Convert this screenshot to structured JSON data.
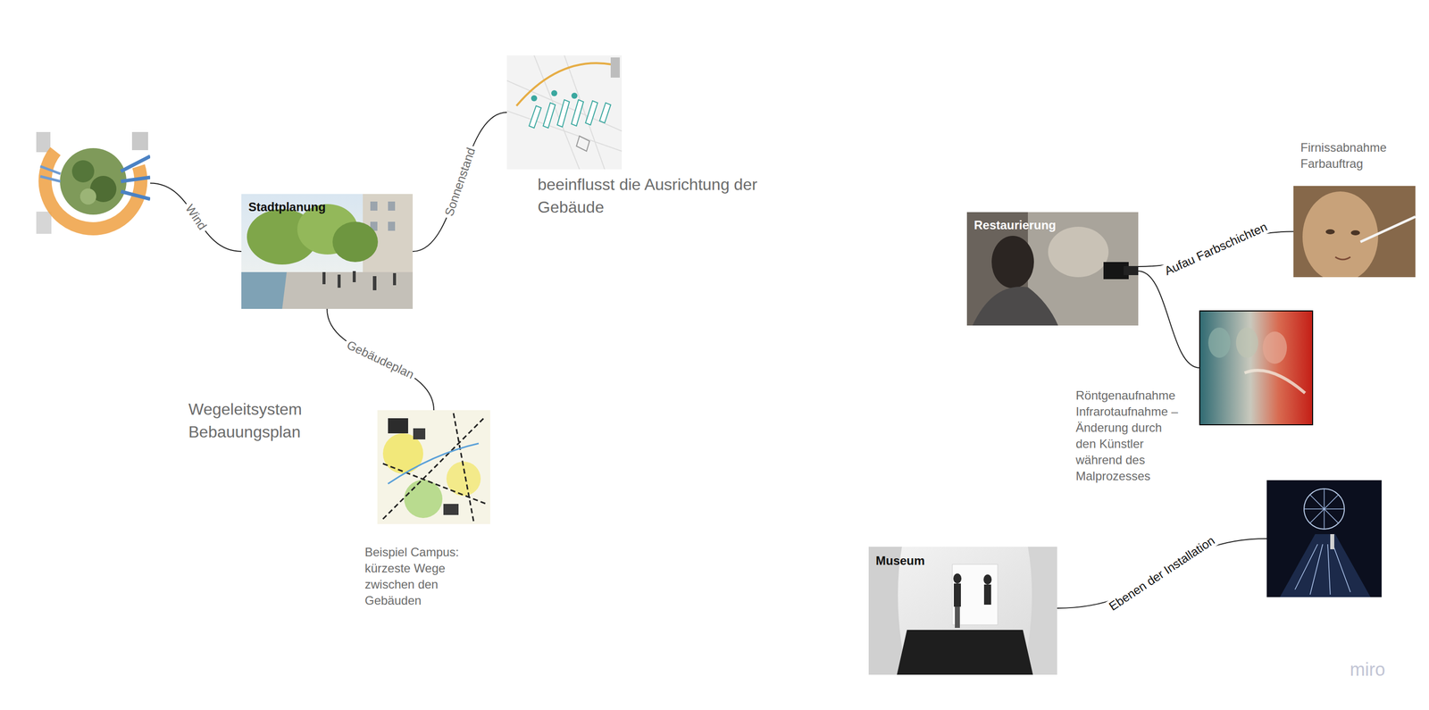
{
  "diagram": {
    "nodes": [
      {
        "text": []
      },
      {
        "text": [
          "beeinflusst die Ausrichtung der Gebäude"
        ]
      },
      {
        "text": [
          "Stadtplanung"
        ]
      },
      {
        "text": [
          "Restaurierung"
        ]
      },
      {
        "text": [
          "Firnissabnahme Farbauftrag"
        ]
      },
      {
        "text": [
          "Röntgenaufnahme Infrarotaufnahme – Änderung durch den Künstler während des Malprozesses"
        ]
      },
      {
        "text": [
          "Beispiel Campus: kürzeste Wege zwischen den Gebäuden"
        ]
      },
      {
        "text": [
          "Museum"
        ]
      },
      {
        "text": []
      }
    ],
    "edges": [
      {
        "from": 2,
        "to": 0,
        "label": "Wind",
        "arrow": "none"
      },
      {
        "from": 2,
        "to": 1,
        "label": "Sonnenstand",
        "arrow": "none"
      },
      {
        "from": 2,
        "to": 6,
        "label": "Gebäudeplan",
        "arrow": "none"
      },
      {
        "from": 3,
        "to": 4,
        "label": "Aufau Farbschichten",
        "arrow": "none"
      },
      {
        "from": 3,
        "to": 5,
        "arrow": "none"
      },
      {
        "from": 7,
        "to": 8,
        "label": "Ebenen der Installation",
        "arrow": "none"
      }
    ],
    "labels": [
      "Wegeleitsystem Bebauungsplan",
      "miro"
    ]
  }
}
